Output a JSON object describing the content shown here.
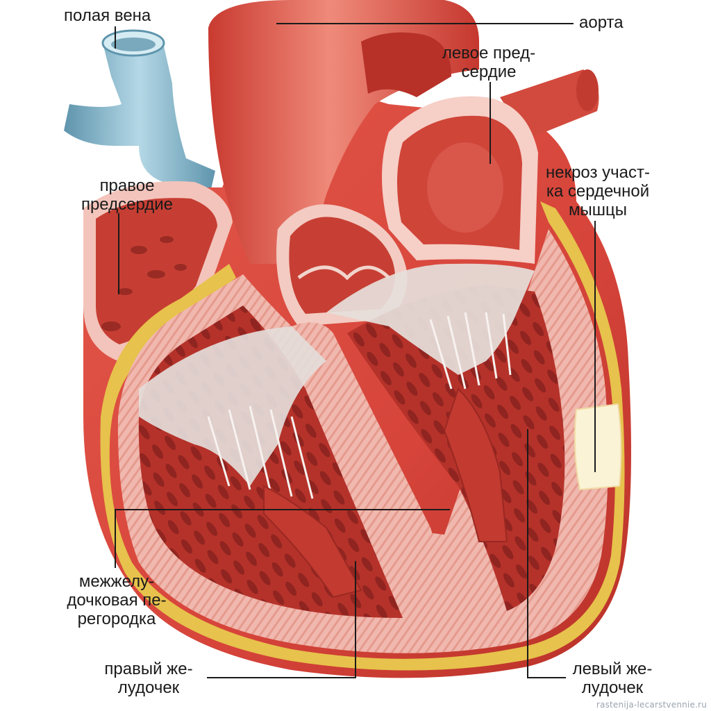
{
  "labels": {
    "vena_cava": [
      "полая вена"
    ],
    "aorta": [
      "аорта"
    ],
    "left_atrium": [
      "левое пред-",
      "сердие"
    ],
    "right_atrium": [
      "правое",
      "предсердие"
    ],
    "necrosis": [
      "некроз участ-",
      "ка сердечной",
      "мышцы"
    ],
    "septum": [
      "межжелу-",
      "дочковая пе-",
      "регородка"
    ],
    "right_ventricle": [
      "правый же-",
      "лудочек"
    ],
    "left_ventricle": [
      "левый же-",
      "лудочек"
    ]
  },
  "watermark": "rastenija-lecarstvennie.ru",
  "colors": {
    "background": "#ffffff",
    "muscle_outer": "#d9473a",
    "muscle_inner": "#c0362c",
    "wall_cut": "#f4c3bb",
    "fat_layer": "#e8c34a",
    "vein": "#7fb3c9",
    "necrosis": "#fbf3d6",
    "valve": "#e9e4e1",
    "leader_line": "#1a1a1a"
  }
}
